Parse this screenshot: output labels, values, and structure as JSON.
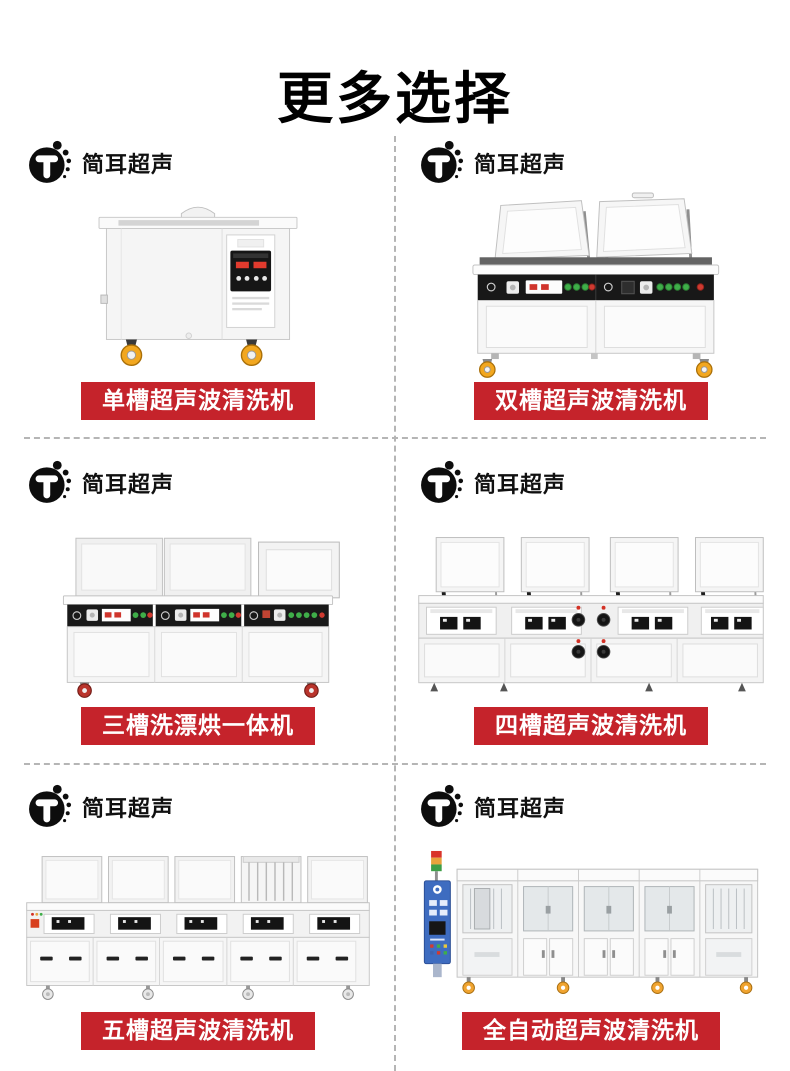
{
  "page": {
    "title": "更多选择"
  },
  "brand": {
    "name": "简耳超声",
    "logo_letter": "T"
  },
  "colors": {
    "label_background": "#c5232b",
    "label_text": "#ffffff",
    "divider": "#b5b5b5",
    "caster_orange": "#f2a71f",
    "caster_red": "#b9342c",
    "control_column_blue": "#3e6cc0",
    "tower_light": [
      "#d9342a",
      "#e8a33d",
      "#3d9e47"
    ]
  },
  "products": [
    {
      "label": "单槽超声波清洗机"
    },
    {
      "label": "双槽超声波清洗机"
    },
    {
      "label": "三槽洗漂烘一体机"
    },
    {
      "label": "四槽超声波清洗机"
    },
    {
      "label": "五槽超声波清洗机"
    },
    {
      "label": "全自动超声波清洗机"
    }
  ]
}
